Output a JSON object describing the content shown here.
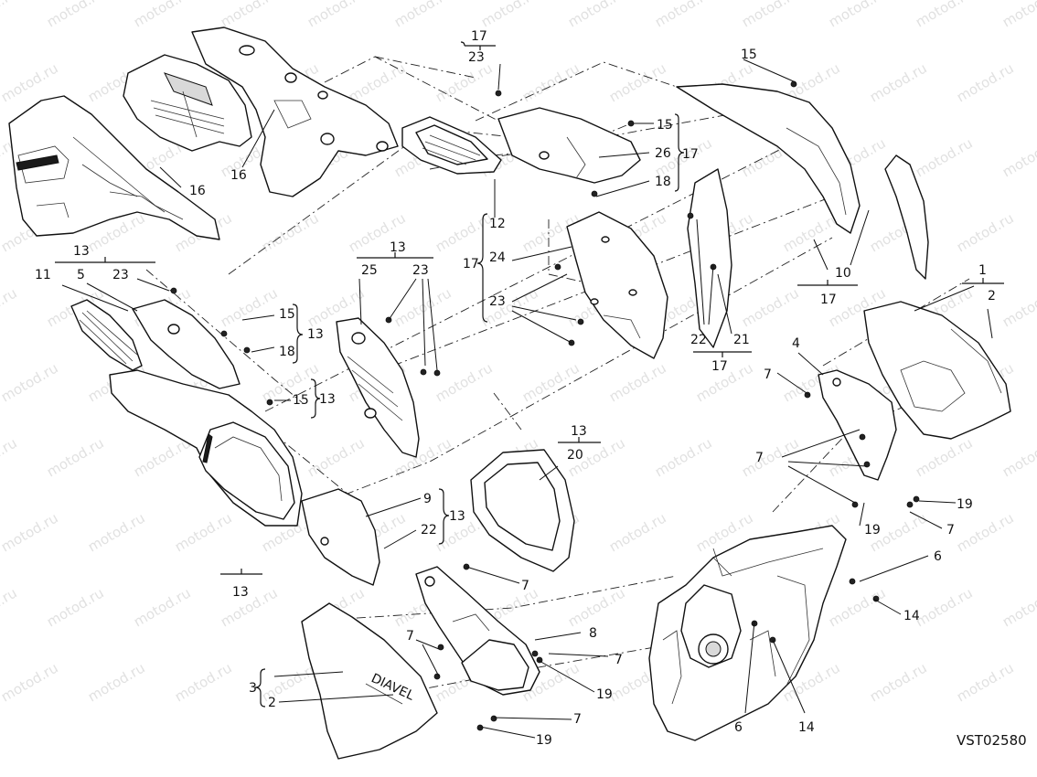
{
  "drawing": {
    "code": "VST02580",
    "watermark": "motod.ru"
  },
  "callouts": [
    {
      "id": "c17a",
      "text": "17"
    },
    {
      "id": "c23a",
      "text": "23"
    },
    {
      "id": "c15a",
      "text": "15"
    },
    {
      "id": "c15b",
      "text": "15"
    },
    {
      "id": "c26",
      "text": "26"
    },
    {
      "id": "c17b",
      "text": "17"
    },
    {
      "id": "c18a",
      "text": "18"
    },
    {
      "id": "c16a",
      "text": "16"
    },
    {
      "id": "c16b",
      "text": "16"
    },
    {
      "id": "c12",
      "text": "12"
    },
    {
      "id": "c24",
      "text": "24"
    },
    {
      "id": "c17c",
      "text": "17"
    },
    {
      "id": "c23b",
      "text": "23"
    },
    {
      "id": "c10",
      "text": "10"
    },
    {
      "id": "c17d",
      "text": "17"
    },
    {
      "id": "c13a",
      "text": "13"
    },
    {
      "id": "c11",
      "text": "11"
    },
    {
      "id": "c5",
      "text": "5"
    },
    {
      "id": "c23c",
      "text": "23"
    },
    {
      "id": "c13b",
      "text": "13"
    },
    {
      "id": "c25",
      "text": "25"
    },
    {
      "id": "c23d",
      "text": "23"
    },
    {
      "id": "c15c",
      "text": "15"
    },
    {
      "id": "c13c",
      "text": "13"
    },
    {
      "id": "c18b",
      "text": "18"
    },
    {
      "id": "c15d",
      "text": "15"
    },
    {
      "id": "c13d",
      "text": "13"
    },
    {
      "id": "c22a",
      "text": "22"
    },
    {
      "id": "c21",
      "text": "21"
    },
    {
      "id": "c17e",
      "text": "17"
    },
    {
      "id": "c1",
      "text": "1"
    },
    {
      "id": "c2a",
      "text": "2"
    },
    {
      "id": "c4",
      "text": "4"
    },
    {
      "id": "c7a",
      "text": "7"
    },
    {
      "id": "c13e",
      "text": "13"
    },
    {
      "id": "c20",
      "text": "20"
    },
    {
      "id": "c7b",
      "text": "7"
    },
    {
      "id": "c9",
      "text": "9"
    },
    {
      "id": "c13f",
      "text": "13"
    },
    {
      "id": "c22b",
      "text": "22"
    },
    {
      "id": "c19a",
      "text": "19"
    },
    {
      "id": "c19b",
      "text": "19"
    },
    {
      "id": "c7c",
      "text": "7"
    },
    {
      "id": "c6a",
      "text": "6"
    },
    {
      "id": "c13g",
      "text": "13"
    },
    {
      "id": "c7d",
      "text": "7"
    },
    {
      "id": "c14a",
      "text": "14"
    },
    {
      "id": "c8",
      "text": "8"
    },
    {
      "id": "c7e",
      "text": "7"
    },
    {
      "id": "c7f",
      "text": "7"
    },
    {
      "id": "c3",
      "text": "3"
    },
    {
      "id": "c2b",
      "text": "2"
    },
    {
      "id": "c19c",
      "text": "19"
    },
    {
      "id": "c7g",
      "text": "7"
    },
    {
      "id": "c19d",
      "text": "19"
    },
    {
      "id": "c6b",
      "text": "6"
    },
    {
      "id": "c14b",
      "text": "14"
    }
  ]
}
